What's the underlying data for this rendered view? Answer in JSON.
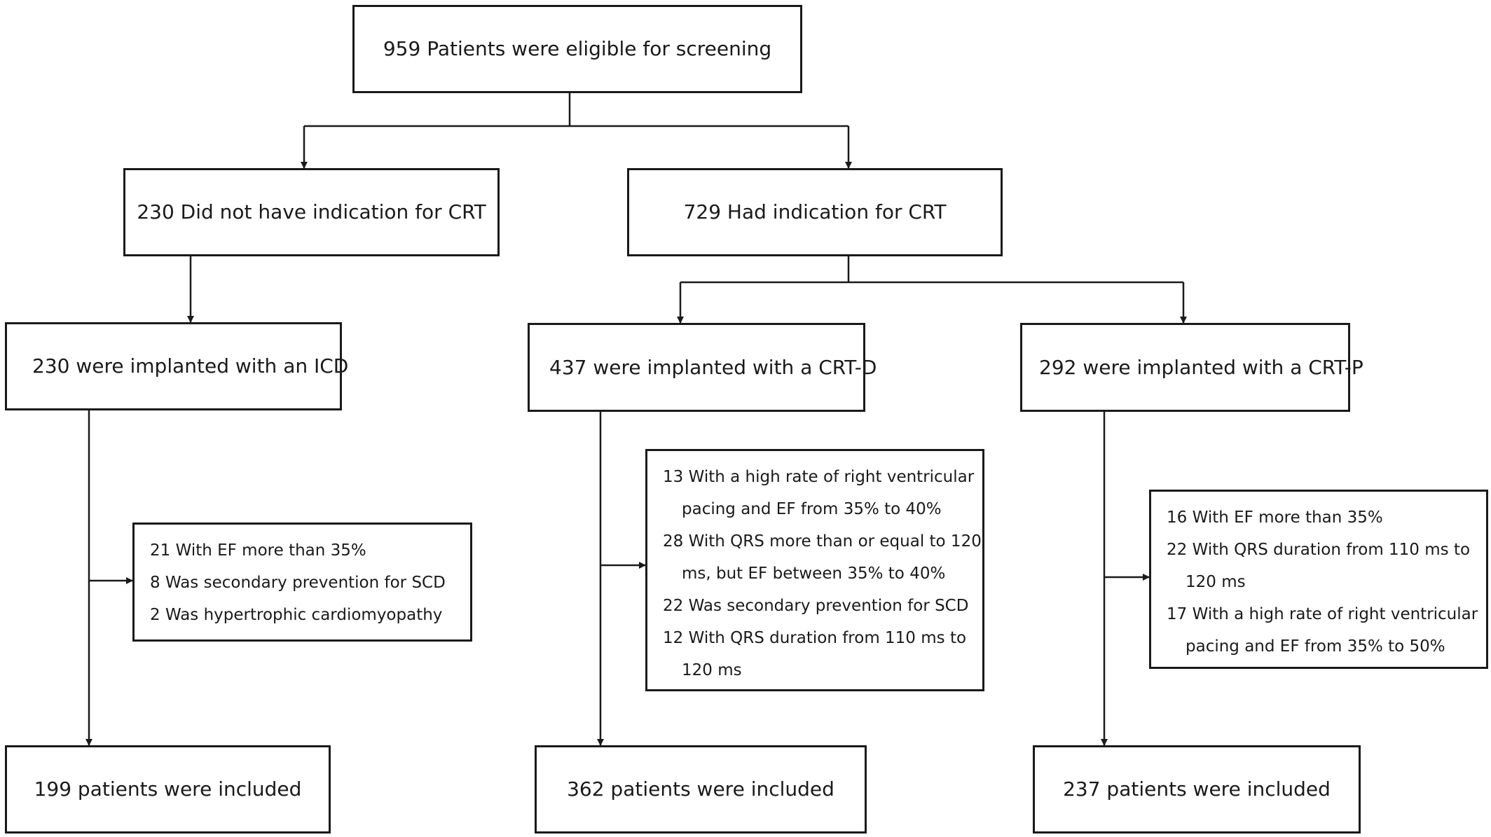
{
  "nodes": {
    "screening": "959 Patients were eligible for screening",
    "no_indication": "230 Did not have indication for CRT",
    "had_indication": "729 Had indication for CRT",
    "icd": "230 were implanted with an ICD",
    "crtd": "437 were implanted with a CRT-D",
    "crtp": "292 were implanted with a CRT-P",
    "icd_included": "199 patients were included",
    "crtd_included": "362 patients were included",
    "crtp_included": "237 patients were included"
  },
  "exclusions": {
    "icd": [
      {
        "line1": "21 With EF more than 35%"
      },
      {
        "line1": "8 Was secondary prevention for SCD"
      },
      {
        "line1": "2 Was hypertrophic cardiomyopathy"
      }
    ],
    "crtd": [
      {
        "line1": "13 With a high rate of right ventricular",
        "line2": "pacing and EF from 35% to 40%"
      },
      {
        "line1": "28 With QRS more than or equal to 120",
        "line2": "ms, but EF between 35% to 40%"
      },
      {
        "line1": "22 Was secondary prevention for SCD"
      },
      {
        "line1": "12 With QRS duration from 110 ms to",
        "line2": "120 ms"
      }
    ],
    "crtp": [
      {
        "line1": "16 With EF more than 35%"
      },
      {
        "line1": "22 With QRS duration from 110 ms to",
        "line2": "120 ms"
      },
      {
        "line1": "17 With a high rate of right ventricular",
        "line2": "pacing and EF from 35% to 50%"
      }
    ]
  },
  "colors": {
    "stroke": "#1a1a1a",
    "background": "#ffffff"
  }
}
